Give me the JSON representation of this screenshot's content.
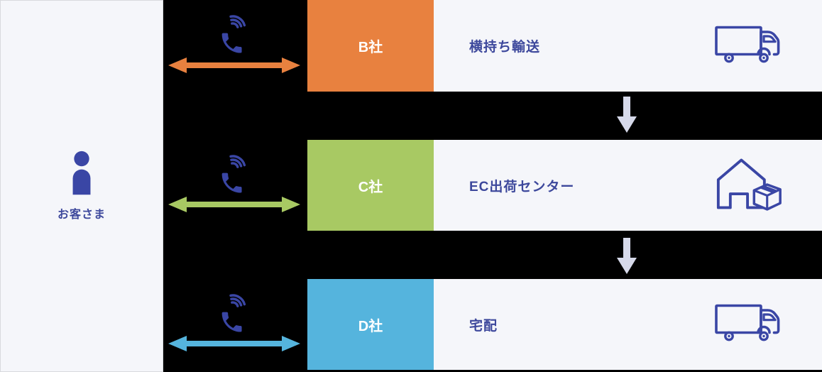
{
  "colors": {
    "background": "#000000",
    "panel_bg": "#f5f6fa",
    "icon_navy": "#3a46a5",
    "text_navy": "#3d489c",
    "company_b_accent": "#e8813f",
    "company_c_accent": "#a8c963",
    "company_d_accent": "#55b4dd",
    "down_arrow": "#d6d9ea"
  },
  "customer": {
    "label": "お客さま",
    "icon": "person-icon"
  },
  "rows": [
    {
      "company_label": "B社",
      "service_label": "横持ち輸送",
      "accent": "#e8813f",
      "comm_icon": "phone-icon",
      "comm_link": "double-headed-arrow",
      "right_icon": "truck-icon"
    },
    {
      "company_label": "C社",
      "service_label": "EC出荷センター",
      "accent": "#a8c963",
      "comm_icon": "phone-icon",
      "comm_link": "double-headed-arrow",
      "right_icon": "warehouse-icon"
    },
    {
      "company_label": "D社",
      "service_label": "宅配",
      "accent": "#55b4dd",
      "comm_icon": "phone-icon",
      "comm_link": "double-headed-arrow",
      "right_icon": "truck-icon"
    }
  ],
  "flow_arrows": {
    "direction": "down",
    "count": 2,
    "color": "#d6d9ea"
  }
}
